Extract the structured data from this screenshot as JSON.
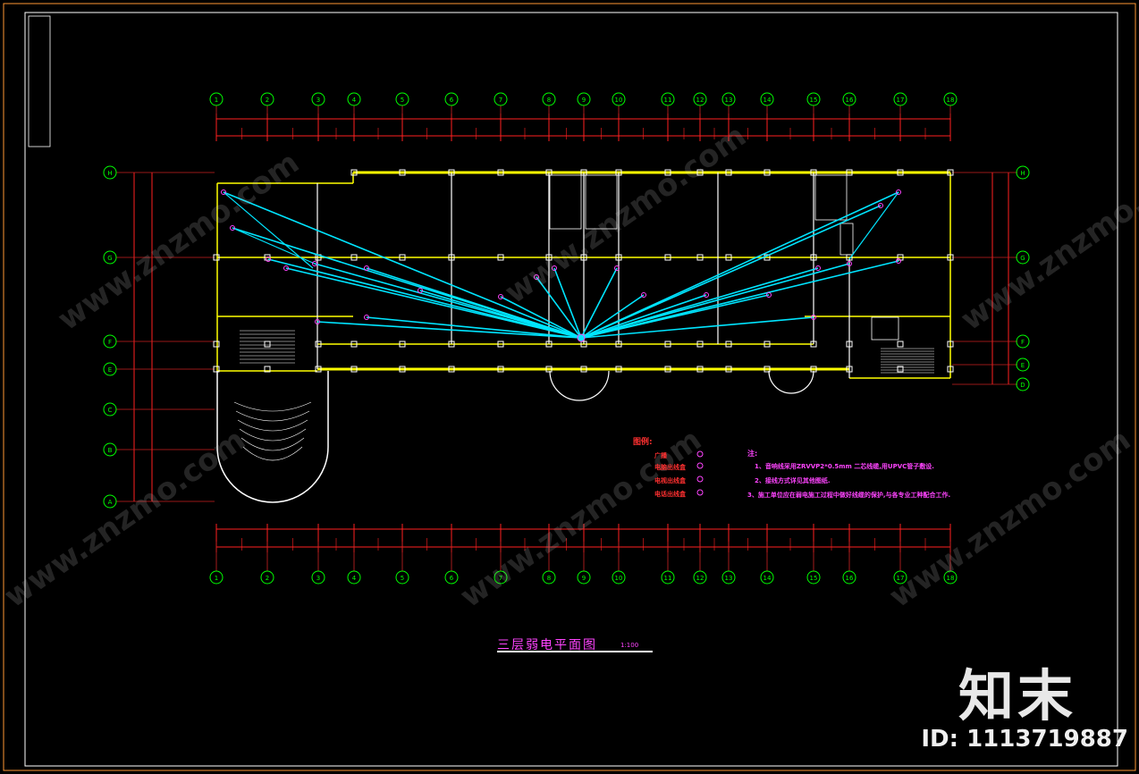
{
  "drawing": {
    "title": "三层弱电平面图",
    "scale": "1:100"
  },
  "grid": {
    "columns": [
      "1",
      "2",
      "3",
      "4",
      "5",
      "6",
      "7",
      "8",
      "9",
      "10",
      "11",
      "12",
      "13",
      "14",
      "15",
      "16",
      "17",
      "18"
    ],
    "rows_left": [
      "H",
      "G",
      "F",
      "E",
      "C",
      "B",
      "A"
    ],
    "rows_right": [
      "H",
      "G",
      "F",
      "E",
      "D"
    ]
  },
  "legend": {
    "heading": "图例:",
    "items": [
      "广播",
      "电脑出线盒",
      "电视出线盒",
      "电话出线盒"
    ],
    "notes_heading": "注:",
    "notes": [
      "1、音响线采用ZRVVP2*0.5mm 二芯线缆,用UPVC管子敷设.",
      "2、接线方式详见其他图纸.",
      "3、施工单位应在弱电施工过程中做好线缆的保护,与各专业工种配合工作."
    ]
  },
  "brand": {
    "logo_text": "知末",
    "id_text": "ID: 1113719887",
    "watermark": "www.znzmo.com"
  },
  "colors": {
    "background": "#000000",
    "wall": "#ffff00",
    "dimension": "#ff2020",
    "grid_bubble": "#00ff00",
    "wiring": "#00e5ff",
    "annotation": "#ff44ff",
    "structure": "#ffffff"
  }
}
